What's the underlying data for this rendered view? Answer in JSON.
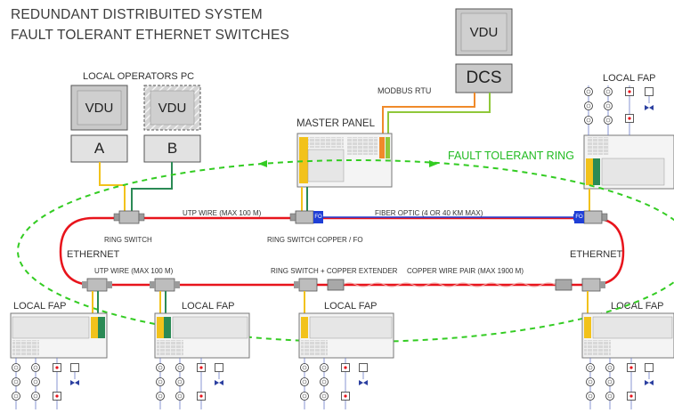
{
  "titles": {
    "line1": "REDUNDANT DISTRIBUITED SYSTEM",
    "line2": "FAULT TOLERANT  ETHERNET SWITCHES"
  },
  "operators": {
    "label": "LOCAL OPERATORS PC",
    "vdu_a": "VDU",
    "vdu_b": "VDU",
    "pc_a": "A",
    "pc_b": "B"
  },
  "dcs": {
    "vdu": "VDU",
    "label": "DCS",
    "link_label": "MODBUS RTU"
  },
  "master_panel": {
    "label": "MASTER PANEL"
  },
  "fault_tolerant_ring": "FAULT TOLERANT RING",
  "links": {
    "utp_top": "UTP WIRE  (MAX 100 M)",
    "fiber": "FIBER OPTIC  (4 OR 40 KM MAX)",
    "utp_bottom": "UTP WIRE  (MAX 100 M)",
    "copper_pair": "COPPER WIRE PAIR  (MAX 1900 M)"
  },
  "switches": {
    "ring_switch": "RING SWITCH",
    "ring_switch_fo": "RING SWITCH  COPPER / FO",
    "ring_switch_extender": "RING SWITCH + COPPER EXTENDER",
    "fo_tag": "FO"
  },
  "ethernet_left": "ETHERNET",
  "ethernet_right": "ETHERNET",
  "faps": {
    "top_right": "LOCAL FAP",
    "bottom_1": "LOCAL FAP",
    "bottom_2": "LOCAL FAP",
    "bottom_3": "LOCAL FAP",
    "bottom_4": "LOCAL FAP"
  },
  "colors": {
    "ring": "#e8141c",
    "fault_ring": "#33cc22",
    "fiber": "#1f3fd6",
    "yellow_link": "#f2c21b",
    "green_link": "#2b8a55",
    "orange_link": "#f08a2a",
    "lime_link": "#8fc83a"
  },
  "icons": {
    "smoke_detector": "smoke-detector-icon",
    "manual_call_point": "manual-call-point-icon",
    "sounder": "sounder-icon",
    "valve": "valve-icon"
  }
}
